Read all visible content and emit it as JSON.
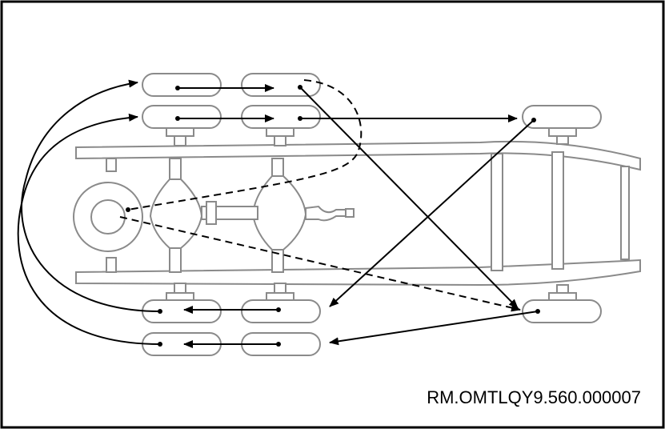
{
  "diagram": {
    "reference_code": "RM.OMTLQY9.560.000007",
    "tires": [
      {
        "id": "front-left"
      },
      {
        "id": "front-right"
      },
      {
        "id": "inner-front-rear-left"
      },
      {
        "id": "outer-front-rear-left"
      },
      {
        "id": "inner-rear-rear-left"
      },
      {
        "id": "outer-rear-rear-left"
      },
      {
        "id": "inner-front-rear-right"
      },
      {
        "id": "outer-front-rear-right"
      },
      {
        "id": "inner-rear-rear-right"
      },
      {
        "id": "outer-rear-rear-right"
      },
      {
        "id": "spare"
      }
    ],
    "colors": {
      "frame": "#8a8a8a",
      "arrows": "#000000",
      "border": "#000000"
    }
  }
}
